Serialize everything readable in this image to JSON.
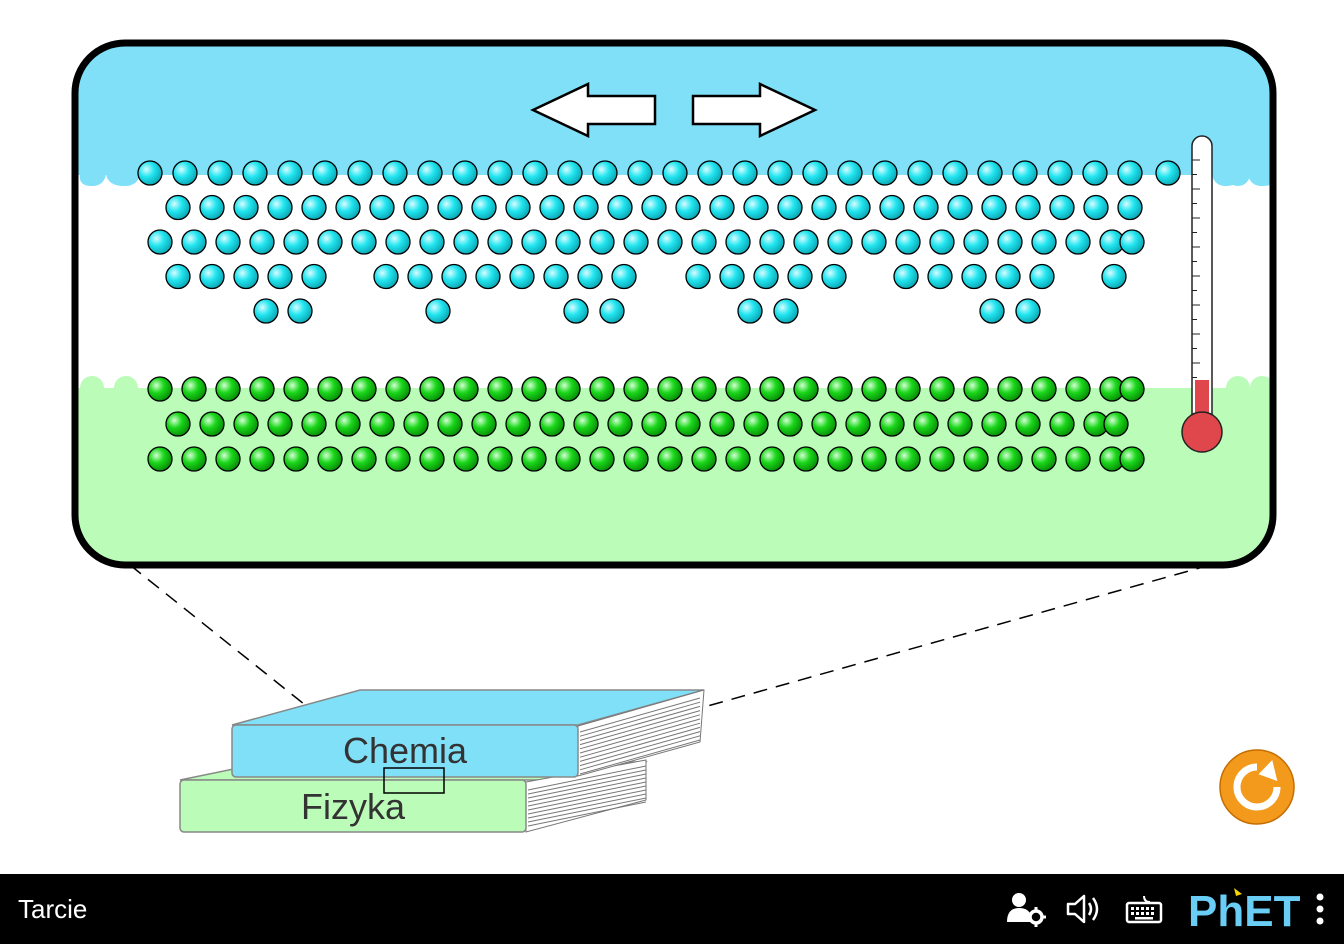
{
  "sim": {
    "title": "Tarcie"
  },
  "books": {
    "top_label": "Chemia",
    "bottom_label": "Fizyka"
  },
  "colors": {
    "top_book": "#7fe0f8",
    "bottom_book": "#bbfcb8",
    "top_atom": "#22e6f0",
    "bottom_atom": "#1ad71a",
    "thermometer_fluid": "#e0474c",
    "reset": "#f39a1c",
    "phet_blue": "#6acdf5"
  },
  "thermometer": {
    "level": 0.2
  },
  "atoms": {
    "top_rows": [
      [
        150,
        185,
        220,
        255,
        290,
        325,
        360,
        395,
        430,
        465,
        500,
        535,
        570,
        605,
        640,
        675,
        710,
        745,
        780,
        815,
        850,
        885,
        920,
        955,
        990,
        1025,
        1060,
        1095,
        1130,
        1168
      ],
      [
        178,
        212,
        246,
        280,
        314,
        348,
        382,
        416,
        450,
        484,
        518,
        552,
        586,
        620,
        654,
        688,
        722,
        756,
        790,
        824,
        858,
        892,
        926,
        960,
        994,
        1028,
        1062,
        1096,
        1130
      ],
      [
        160,
        194,
        228,
        262,
        296,
        330,
        364,
        398,
        432,
        466,
        500,
        534,
        568,
        602,
        636,
        670,
        704,
        738,
        772,
        806,
        840,
        874,
        908,
        942,
        976,
        1010,
        1044,
        1078,
        1112,
        1132
      ],
      [
        178,
        212,
        246,
        280,
        314,
        386,
        420,
        454,
        488,
        522,
        556,
        590,
        624,
        698,
        732,
        766,
        800,
        834,
        906,
        940,
        974,
        1008,
        1042,
        1114
      ],
      [
        266,
        300,
        438,
        576,
        612,
        750,
        786,
        992,
        1028
      ]
    ],
    "bottom_rows": [
      [
        160,
        194,
        228,
        262,
        296,
        330,
        364,
        398,
        432,
        466,
        500,
        534,
        568,
        602,
        636,
        670,
        704,
        738,
        772,
        806,
        840,
        874,
        908,
        942,
        976,
        1010,
        1044,
        1078,
        1112,
        1132
      ],
      [
        178,
        212,
        246,
        280,
        314,
        348,
        382,
        416,
        450,
        484,
        518,
        552,
        586,
        620,
        654,
        688,
        722,
        756,
        790,
        824,
        858,
        892,
        926,
        960,
        994,
        1028,
        1062,
        1096,
        1116
      ],
      [
        160,
        194,
        228,
        262,
        296,
        330,
        364,
        398,
        432,
        466,
        500,
        534,
        568,
        602,
        636,
        670,
        704,
        738,
        772,
        806,
        840,
        874,
        908,
        942,
        976,
        1010,
        1044,
        1078,
        1112,
        1132
      ]
    ]
  },
  "navbar": {
    "icons": [
      "preferences-icon",
      "audio-icon",
      "keyboard-icon",
      "phet-logo",
      "menu-icon"
    ],
    "logo_text": "PhET"
  }
}
